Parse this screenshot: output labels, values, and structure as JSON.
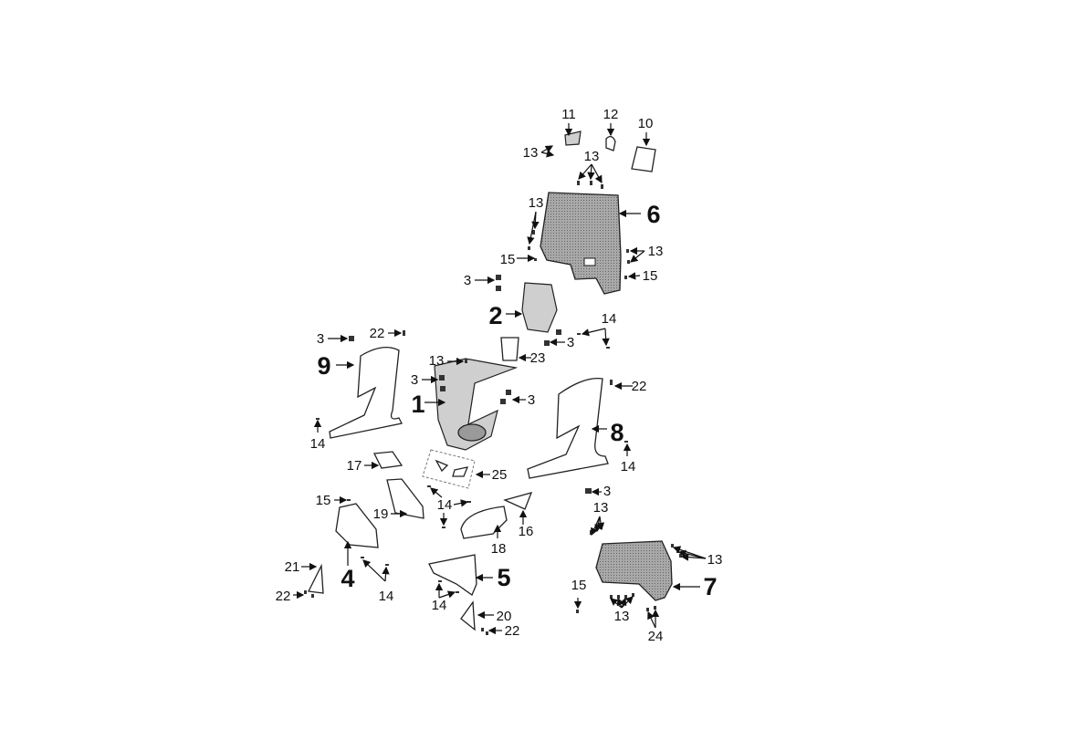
{
  "title": "Front body panels exploded parts diagram",
  "labels": [
    "11",
    "12",
    "10",
    "13",
    "13",
    "13",
    "6",
    "15",
    "13",
    "15",
    "3",
    "2",
    "14",
    "3",
    "3",
    "22",
    "23",
    "9",
    "13",
    "3",
    "1",
    "3",
    "22",
    "8",
    "14",
    "14",
    "17",
    "25",
    "15",
    "14",
    "3",
    "13",
    "19",
    "16",
    "18",
    "13",
    "4",
    "21",
    "5",
    "14",
    "15",
    "7",
    "22",
    "14",
    "20",
    "13",
    "22",
    "24"
  ]
}
